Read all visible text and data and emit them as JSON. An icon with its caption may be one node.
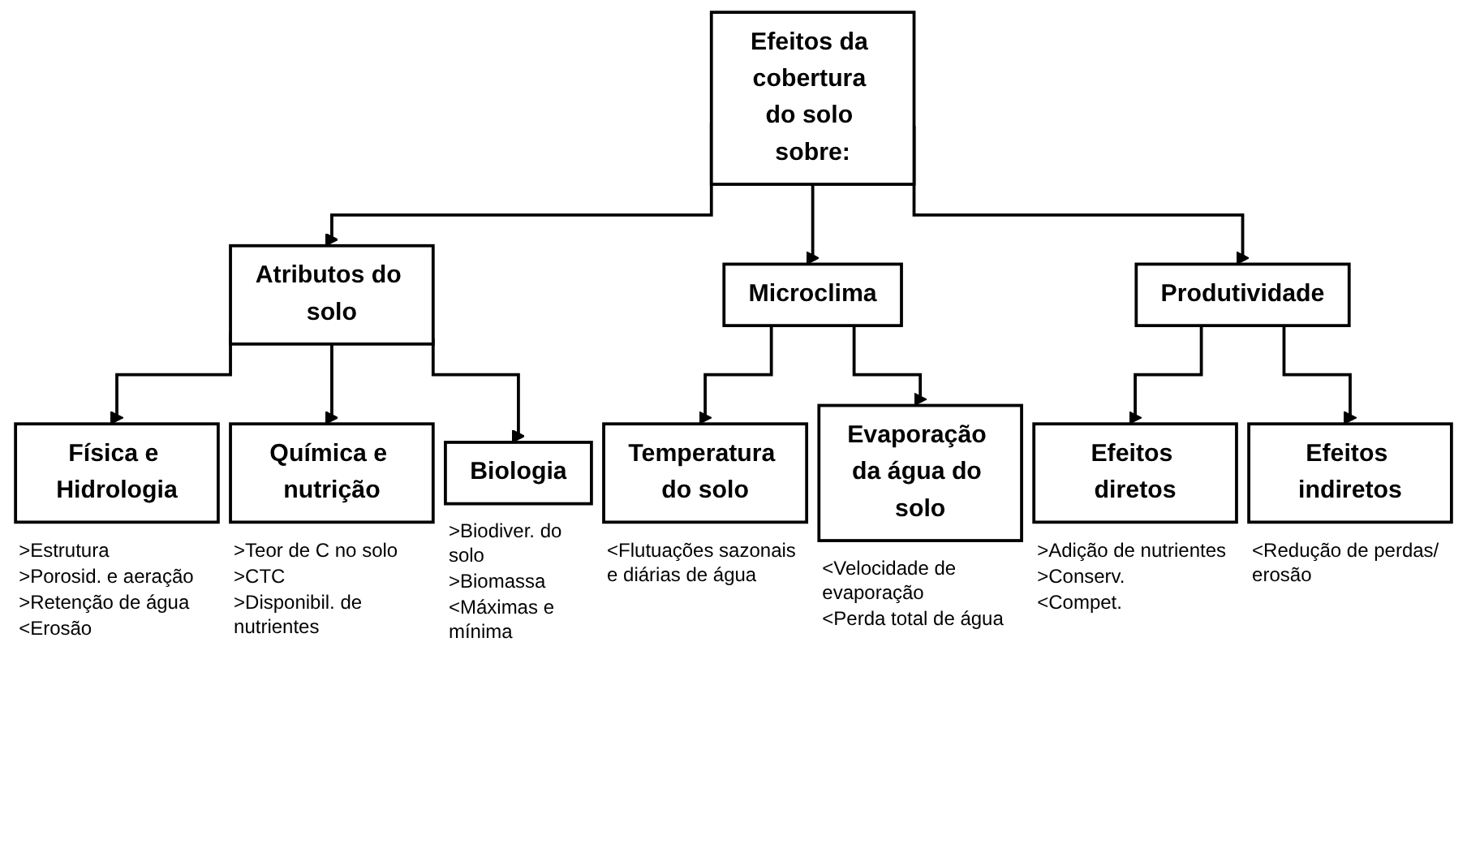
{
  "diagram": {
    "nodes": [
      {
        "text": [
          "Efeitos da cobertura do solo sobre:"
        ]
      },
      {
        "text": [
          "Atributos do solo"
        ]
      },
      {
        "text": [
          "Microclima"
        ]
      },
      {
        "text": [
          "Produtividade"
        ]
      },
      {
        "text": [
          "Física e Hidrologia"
        ],
        "beside": [
          ">Estrutura",
          ">Porosid. e aeração",
          ">Retenção de água",
          "<Erosão"
        ]
      },
      {
        "text": [
          "Química e nutrição"
        ],
        "beside": [
          ">Teor de C no solo",
          ">CTC",
          ">Disponibil. de nutrientes"
        ]
      },
      {
        "text": [
          "Biologia"
        ],
        "beside": [
          ">Biodiver. do solo",
          ">Biomassa",
          "<Máximas e mínima"
        ]
      },
      {
        "text": [
          "Temperatura do solo"
        ],
        "beside": [
          "<Flutuações sazonais e diárias de água"
        ]
      },
      {
        "text": [
          "Evaporação da água do solo"
        ],
        "beside": [
          "<Velocidade de evaporação",
          "<Perda total de água"
        ]
      },
      {
        "text": [
          "Efeitos diretos"
        ],
        "beside": [
          ">Adição de nutrientes",
          ">Conserv.",
          "<Compet."
        ]
      },
      {
        "text": [
          "Efeitos indiretos"
        ],
        "beside": [
          "<Redução de perdas/ erosão"
        ]
      }
    ],
    "edges": [
      {
        "from": 0,
        "to": 1,
        "arrow": "to"
      },
      {
        "from": 0,
        "to": 2,
        "arrow": "to"
      },
      {
        "from": 0,
        "to": 3,
        "arrow": "to"
      },
      {
        "from": 1,
        "to": 4,
        "arrow": "to"
      },
      {
        "from": 1,
        "to": 5,
        "arrow": "to"
      },
      {
        "from": 1,
        "to": 6,
        "arrow": "to"
      },
      {
        "from": 2,
        "to": 7,
        "arrow": "to"
      },
      {
        "from": 2,
        "to": 8,
        "arrow": "to"
      },
      {
        "from": 3,
        "to": 9,
        "arrow": "to"
      },
      {
        "from": 3,
        "to": 10,
        "arrow": "to"
      }
    ]
  }
}
